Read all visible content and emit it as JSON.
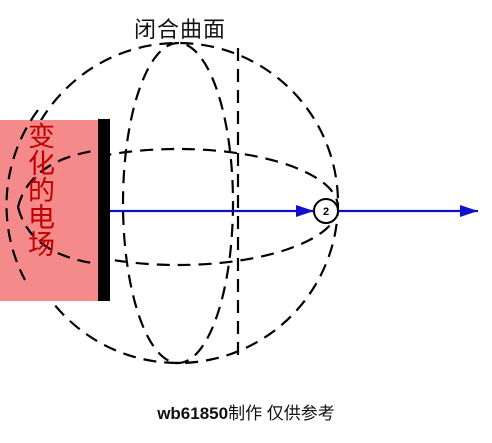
{
  "diagram": {
    "surface_label": "闭合曲面",
    "field_label": "变化的电场",
    "point_label": "2",
    "credit_id": "wb61850",
    "credit_text": "制作 仅供参考"
  },
  "colors": {
    "field_fill": "#f58a8a",
    "field_text": "#c00000",
    "plate": "#000000",
    "arrow": "#1010cc",
    "dashes": "#000000"
  }
}
